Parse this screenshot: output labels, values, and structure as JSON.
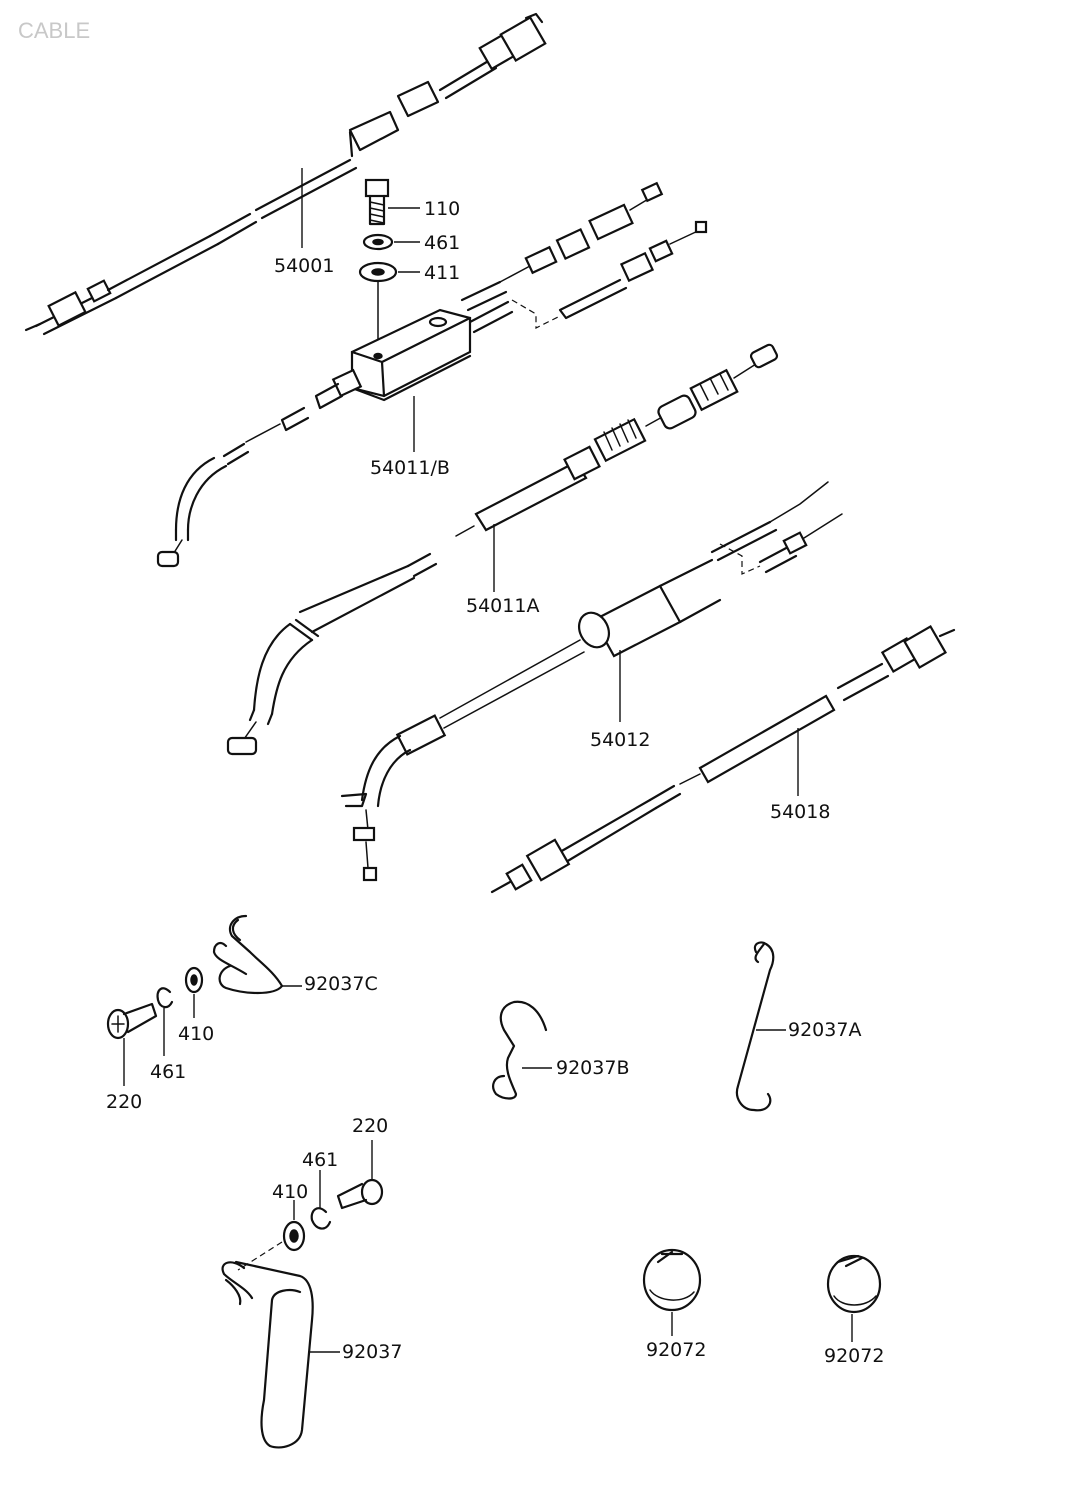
{
  "header": {
    "title": "CABLE",
    "corner_code": ""
  },
  "labels": {
    "c54001": "54001",
    "b110": "110",
    "w461a": "461",
    "w411": "411",
    "c54011b": "54011/B",
    "c54011a": "54011A",
    "c54012": "54012",
    "c54018": "54018",
    "g92037c": "92037C",
    "w410a": "410",
    "w461b": "461",
    "s220a": "220",
    "g92037b": "92037B",
    "g92037a": "92037A",
    "s220b": "220",
    "w461c": "461",
    "w410b": "410",
    "g92037": "92037",
    "cl92072a": "92072",
    "cl92072b": "92072"
  }
}
